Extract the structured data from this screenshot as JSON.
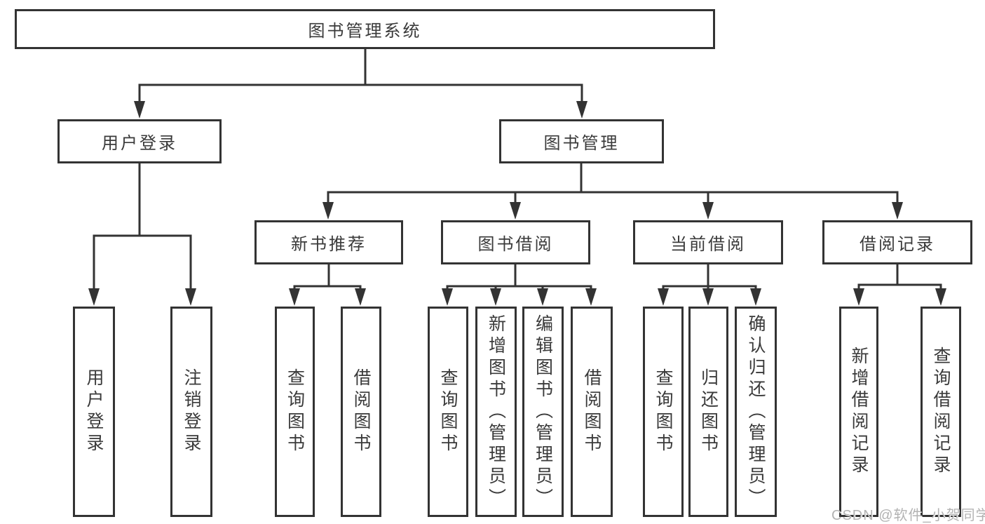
{
  "diagram": {
    "root": {
      "label": "图书管理系统"
    },
    "level2": [
      {
        "label": "用户登录",
        "children": [
          "用户登录",
          "注销登录"
        ]
      },
      {
        "label": "图书管理"
      }
    ],
    "level3": [
      {
        "label": "新书推荐",
        "children": [
          "查询图书",
          "借阅图书"
        ]
      },
      {
        "label": "图书借阅",
        "children": [
          "查询图书",
          "新增图书（管理员）",
          "编辑图书（管理员）",
          "借阅图书"
        ]
      },
      {
        "label": "当前借阅",
        "children": [
          "查询图书",
          "归还图书",
          "确认归还（管理员）"
        ]
      },
      {
        "label": "借阅记录",
        "children": [
          "新增借阅记录",
          "查询借阅记录"
        ]
      }
    ]
  },
  "watermark": {
    "text": "CSDN @软件_小贺同学"
  },
  "colors": {
    "line": "#333333",
    "text": "#3a3a3a",
    "box_background": "#ffffff",
    "watermark": "#b3b3b3"
  }
}
